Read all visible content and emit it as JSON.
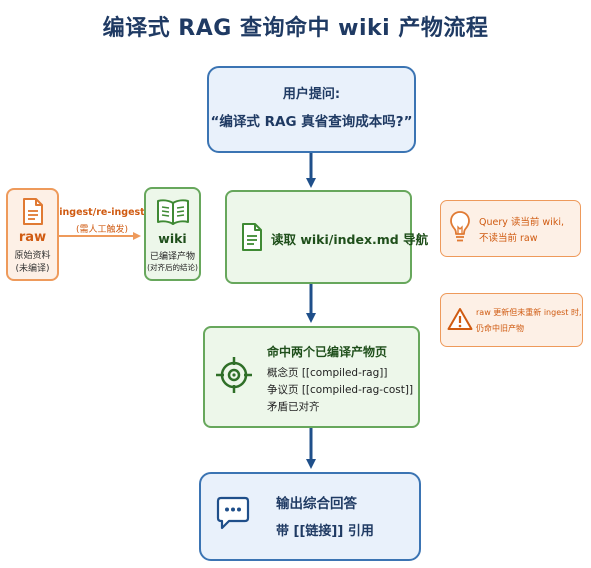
{
  "title": "编译式 RAG 查询命中 wiki 产物流程",
  "question": {
    "label": "用户提问:",
    "text": "“编译式 RAG 真省查询成本吗?”"
  },
  "raw": {
    "name": "raw",
    "desc1": "原始资料",
    "desc2": "(未编译)"
  },
  "ingest": {
    "label": "ingest/re-ingest",
    "note": "(需人工触发)"
  },
  "wiki": {
    "name": "wiki",
    "desc1": "已编译产物",
    "desc2": "(对齐后的结论)"
  },
  "read_step": {
    "text": "读取 wiki/index.md 导航"
  },
  "hit_step": {
    "title": "命中两个已编译产物页",
    "line1": "概念页 [[compiled-rag]]",
    "line2": "争议页 [[compiled-rag-cost]]",
    "line3": "矛盾已对齐"
  },
  "output_step": {
    "line1": "输出综合回答",
    "line2": "带 [[链接]] 引用"
  },
  "note_query": {
    "line1": "Query 读当前 wiki,",
    "line2": "不读当前 raw"
  },
  "note_warning": {
    "line1": "raw 更新但未重新 ingest 时,",
    "line2": "仍命中旧产物"
  },
  "colors": {
    "title": "#1f3a63",
    "blue_border": "#3b74b3",
    "blue_fill": "#e9f1fb",
    "green_border": "#67a75c",
    "green_fill": "#edf7ea",
    "orange_border": "#ee9a5b",
    "orange_fill": "#fdf0e6",
    "arrow": "#1f4f8a"
  },
  "icons": [
    "document-icon",
    "book-icon",
    "target-icon",
    "chat-bubble-icon",
    "lightbulb-icon",
    "warning-icon"
  ]
}
